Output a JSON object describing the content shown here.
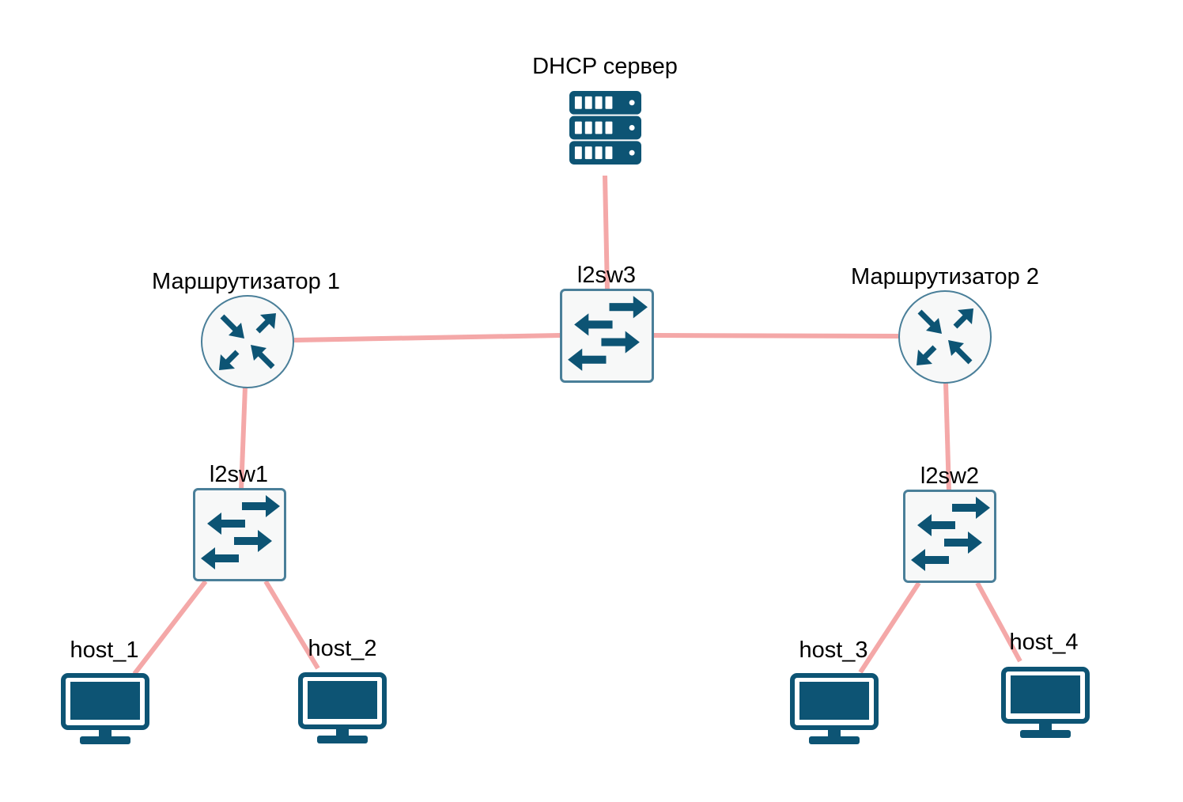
{
  "diagram": {
    "colors": {
      "link": "#f4a8a8",
      "icon": "#0d5474",
      "device_fill": "#f7f8f8",
      "device_border": "#4a7f99"
    },
    "nodes": {
      "dhcp": {
        "label": "DHCP сервер",
        "icon": "server-icon"
      },
      "l2sw3": {
        "label": "l2sw3",
        "icon": "switch-icon"
      },
      "router1": {
        "label": "Маршрутизатор 1",
        "icon": "router-icon"
      },
      "router2": {
        "label": "Маршрутизатор 2",
        "icon": "router-icon"
      },
      "l2sw1": {
        "label": "l2sw1",
        "icon": "switch-icon"
      },
      "l2sw2": {
        "label": "l2sw2",
        "icon": "switch-icon"
      },
      "host1": {
        "label": "host_1",
        "icon": "monitor-icon"
      },
      "host2": {
        "label": "host_2",
        "icon": "monitor-icon"
      },
      "host3": {
        "label": "host_3",
        "icon": "monitor-icon"
      },
      "host4": {
        "label": "host_4",
        "icon": "monitor-icon"
      }
    },
    "links": [
      {
        "from": "DHCP сервер",
        "to": "l2sw3"
      },
      {
        "from": "Маршрутизатор 1",
        "to": "l2sw3"
      },
      {
        "from": "l2sw3",
        "to": "Маршрутизатор 2"
      },
      {
        "from": "Маршрутизатор 1",
        "to": "l2sw1"
      },
      {
        "from": "Маршрутизатор 2",
        "to": "l2sw2"
      },
      {
        "from": "l2sw1",
        "to": "host_1"
      },
      {
        "from": "l2sw1",
        "to": "host_2"
      },
      {
        "from": "l2sw2",
        "to": "host_3"
      },
      {
        "from": "l2sw2",
        "to": "host_4"
      }
    ]
  }
}
